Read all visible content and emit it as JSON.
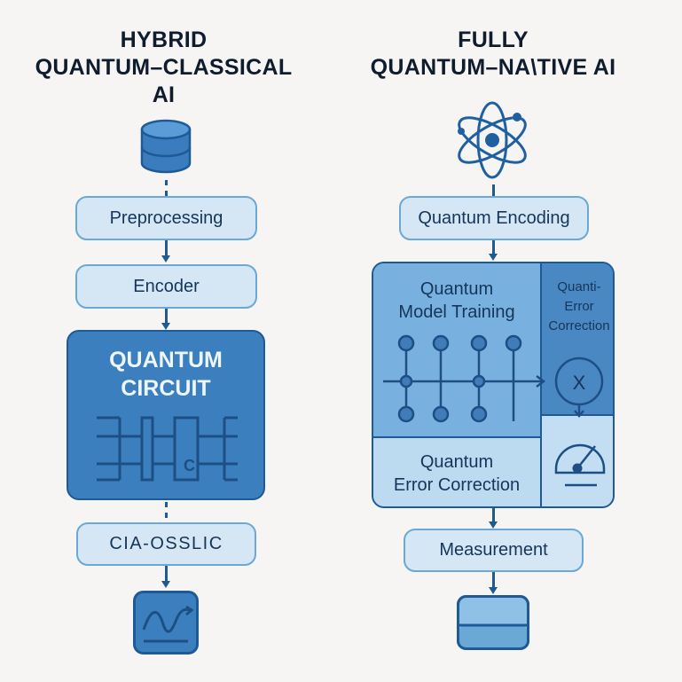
{
  "left_panel": {
    "title_lines": [
      "HYBRID",
      "QUANTUM–CLASSICAL",
      "AI"
    ],
    "source_icon": "database-icon",
    "steps": [
      {
        "label": "Preprocessing"
      },
      {
        "label": "Encoder"
      }
    ],
    "quantum_circuit": {
      "title_lines": [
        "QUANTUM",
        "CIRCUIT"
      ],
      "gate_label": "C"
    },
    "classical_step": {
      "label": "CIA-OSSLIC"
    },
    "output_icon": "line-chart-icon"
  },
  "right_panel": {
    "title_lines": [
      "FULLY",
      "QUANTUM–NA\\TIVE AI"
    ],
    "source_icon": "atom-icon",
    "encoding_step": {
      "label": "Quantum Encoding"
    },
    "model_block": {
      "training": {
        "title_lines": [
          "Quantum",
          "Model Training"
        ]
      },
      "side_correction": {
        "title_lines": [
          "Quanti-",
          "Error",
          "Correction"
        ],
        "gate_label": "X"
      },
      "error_correction": {
        "title_lines": [
          "Quantum",
          "Error Correction"
        ]
      },
      "gauge_icon": "gauge-icon"
    },
    "measurement_step": {
      "label": "Measurement"
    },
    "output_icon": "storage-box-icon"
  },
  "colors": {
    "background": "#f6f5f4",
    "dark_blue": "#1e5a95",
    "mid_blue": "#3b7fbf",
    "light_blue": "#d5e7f4",
    "pill_border": "#6aa8d6",
    "text_dark": "#0f1c2e"
  }
}
